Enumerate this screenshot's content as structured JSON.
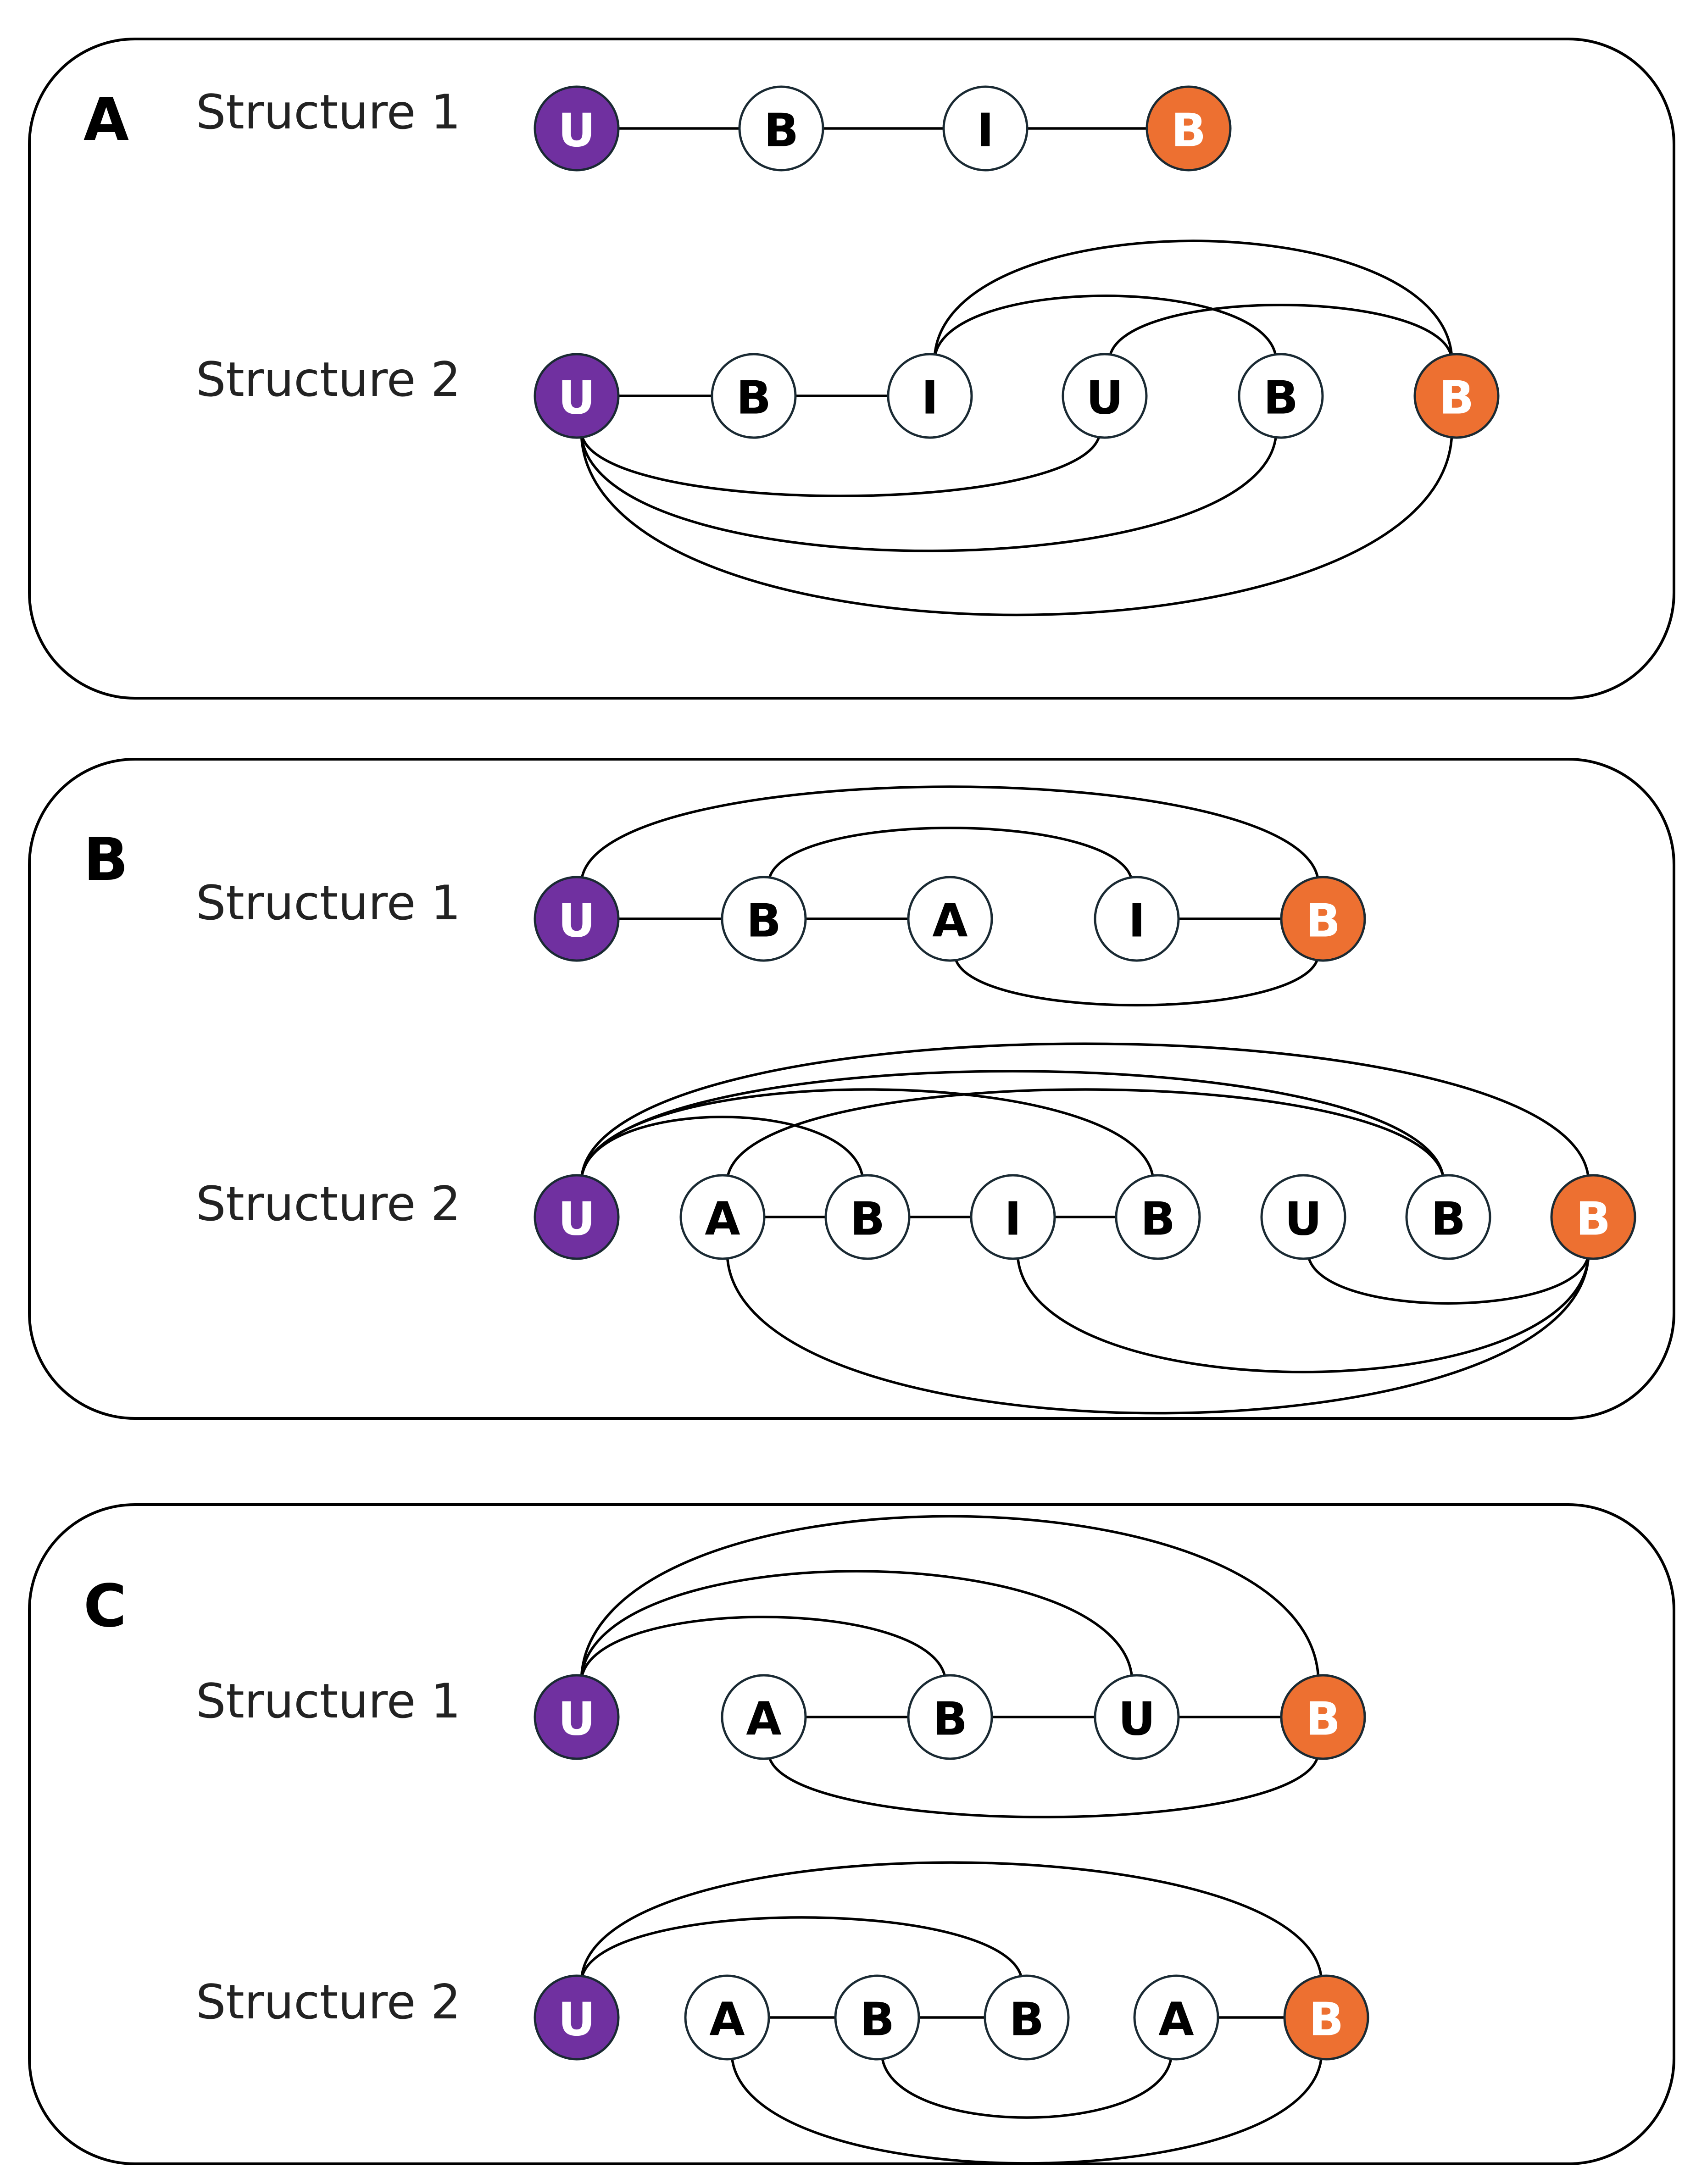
{
  "colors": {
    "source": "#7030A0",
    "target": "#ED7031",
    "normal": "#ffffff",
    "stroke": "#1a2a33"
  },
  "panels": [
    {
      "letter": "A",
      "structures": [
        {
          "label": "Structure 1",
          "nodes": [
            {
              "t": "U",
              "k": "source"
            },
            {
              "t": "B",
              "k": "normal"
            },
            {
              "t": "I",
              "k": "normal"
            },
            {
              "t": "B",
              "k": "target"
            }
          ],
          "edges": [
            [
              0,
              1
            ],
            [
              1,
              2
            ],
            [
              2,
              3
            ]
          ]
        },
        {
          "label": "Structure 2",
          "nodes": [
            {
              "t": "U",
              "k": "source"
            },
            {
              "t": "B",
              "k": "normal"
            },
            {
              "t": "I",
              "k": "normal"
            },
            {
              "t": "U",
              "k": "normal"
            },
            {
              "t": "B",
              "k": "normal"
            },
            {
              "t": "B",
              "k": "target"
            }
          ],
          "edges": [
            [
              0,
              1
            ],
            [
              1,
              2
            ],
            [
              2,
              5
            ],
            [
              2,
              4
            ],
            [
              3,
              5
            ],
            [
              0,
              3
            ],
            [
              0,
              4
            ],
            [
              0,
              5
            ]
          ]
        }
      ]
    },
    {
      "letter": "B",
      "structures": [
        {
          "label": "Structure 1",
          "nodes": [
            {
              "t": "U",
              "k": "source"
            },
            {
              "t": "B",
              "k": "normal"
            },
            {
              "t": "A",
              "k": "normal"
            },
            {
              "t": "I",
              "k": "normal"
            },
            {
              "t": "B",
              "k": "target"
            }
          ],
          "edges": [
            [
              0,
              1
            ],
            [
              1,
              2
            ],
            [
              3,
              4
            ],
            [
              0,
              4
            ],
            [
              1,
              3
            ],
            [
              2,
              4
            ]
          ]
        },
        {
          "label": "Structure 2",
          "nodes": [
            {
              "t": "U",
              "k": "source"
            },
            {
              "t": "A",
              "k": "normal"
            },
            {
              "t": "B",
              "k": "normal"
            },
            {
              "t": "I",
              "k": "normal"
            },
            {
              "t": "B",
              "k": "normal"
            },
            {
              "t": "U",
              "k": "normal"
            },
            {
              "t": "B",
              "k": "normal"
            },
            {
              "t": "B",
              "k": "target"
            }
          ],
          "edges": [
            [
              1,
              2
            ],
            [
              2,
              3
            ],
            [
              3,
              4
            ],
            [
              0,
              2
            ],
            [
              0,
              7
            ],
            [
              0,
              6
            ],
            [
              1,
              6
            ],
            [
              0,
              4
            ],
            [
              1,
              7
            ],
            [
              3,
              7
            ],
            [
              5,
              7
            ]
          ]
        }
      ]
    },
    {
      "letter": "C",
      "structures": [
        {
          "label": "Structure 1",
          "nodes": [
            {
              "t": "U",
              "k": "source"
            },
            {
              "t": "A",
              "k": "normal"
            },
            {
              "t": "B",
              "k": "normal"
            },
            {
              "t": "U",
              "k": "normal"
            },
            {
              "t": "B",
              "k": "target"
            }
          ],
          "edges": [
            [
              1,
              2
            ],
            [
              2,
              3
            ],
            [
              3,
              4
            ],
            [
              0,
              2
            ],
            [
              0,
              3
            ],
            [
              0,
              4
            ],
            [
              1,
              4
            ]
          ]
        },
        {
          "label": "Structure 2",
          "nodes": [
            {
              "t": "U",
              "k": "source"
            },
            {
              "t": "A",
              "k": "normal"
            },
            {
              "t": "B",
              "k": "normal"
            },
            {
              "t": "B",
              "k": "normal"
            },
            {
              "t": "A",
              "k": "normal"
            },
            {
              "t": "B",
              "k": "target"
            }
          ],
          "edges": [
            [
              1,
              2
            ],
            [
              2,
              3
            ],
            [
              4,
              5
            ],
            [
              0,
              3
            ],
            [
              0,
              5
            ],
            [
              2,
              4
            ],
            [
              1,
              5
            ]
          ]
        }
      ]
    }
  ]
}
